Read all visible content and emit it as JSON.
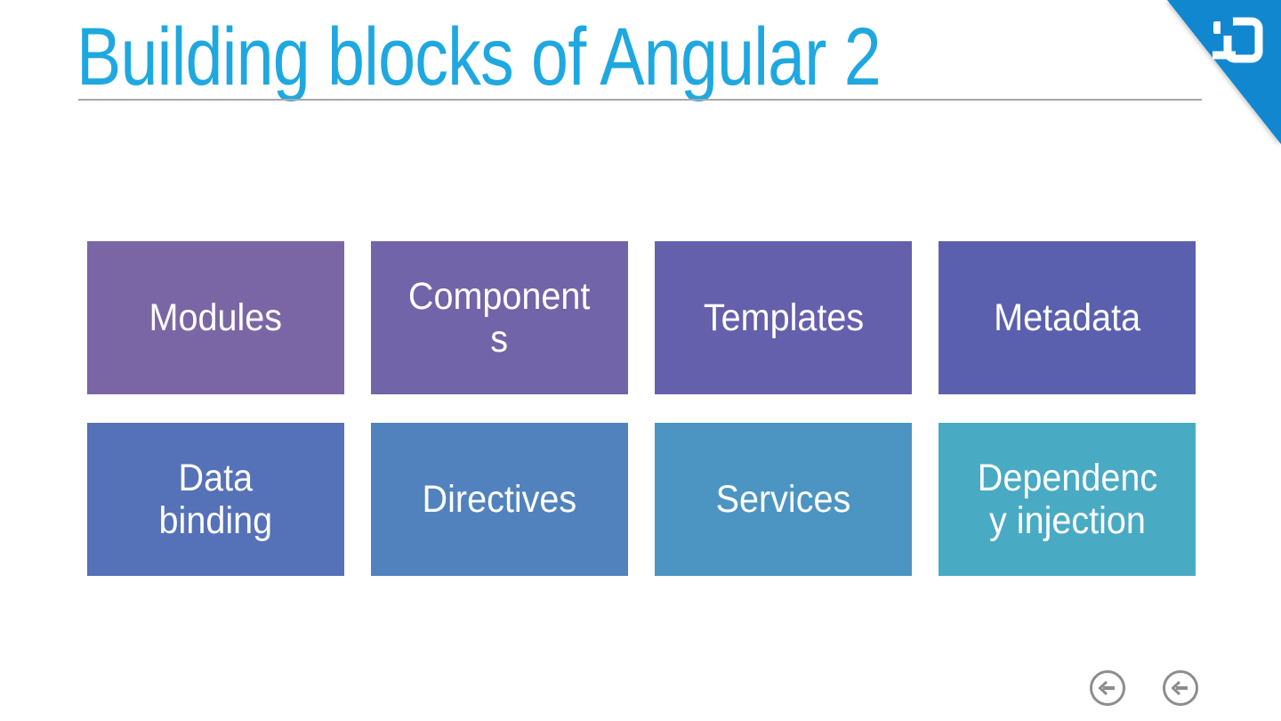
{
  "slide": {
    "title": "Building blocks of Angular 2",
    "title_color": "#1FA8E0",
    "rule_color": "#A8A8A8",
    "background_color": "#FFFFFF"
  },
  "blocks": [
    {
      "label": "Modules",
      "color": "#7B66A5"
    },
    {
      "label": "Component\ns",
      "color": "#7164A8"
    },
    {
      "label": "Templates",
      "color": "#6560AC"
    },
    {
      "label": "Metadata",
      "color": "#5A60AE"
    },
    {
      "label": "Data\nbinding",
      "color": "#5571B8"
    },
    {
      "label": "Directives",
      "color": "#5182BE"
    },
    {
      "label": "Services",
      "color": "#4C95C2"
    },
    {
      "label": "Dependenc\ny injection",
      "color": "#49AAC4"
    }
  ],
  "corner": {
    "ribbon_color": "#1187D0",
    "logo": "brand-mark"
  },
  "nav": {
    "arrow_color": "#8D8D8D",
    "buttons": [
      {
        "icon": "arrow-left"
      },
      {
        "icon": "arrow-left"
      }
    ]
  }
}
